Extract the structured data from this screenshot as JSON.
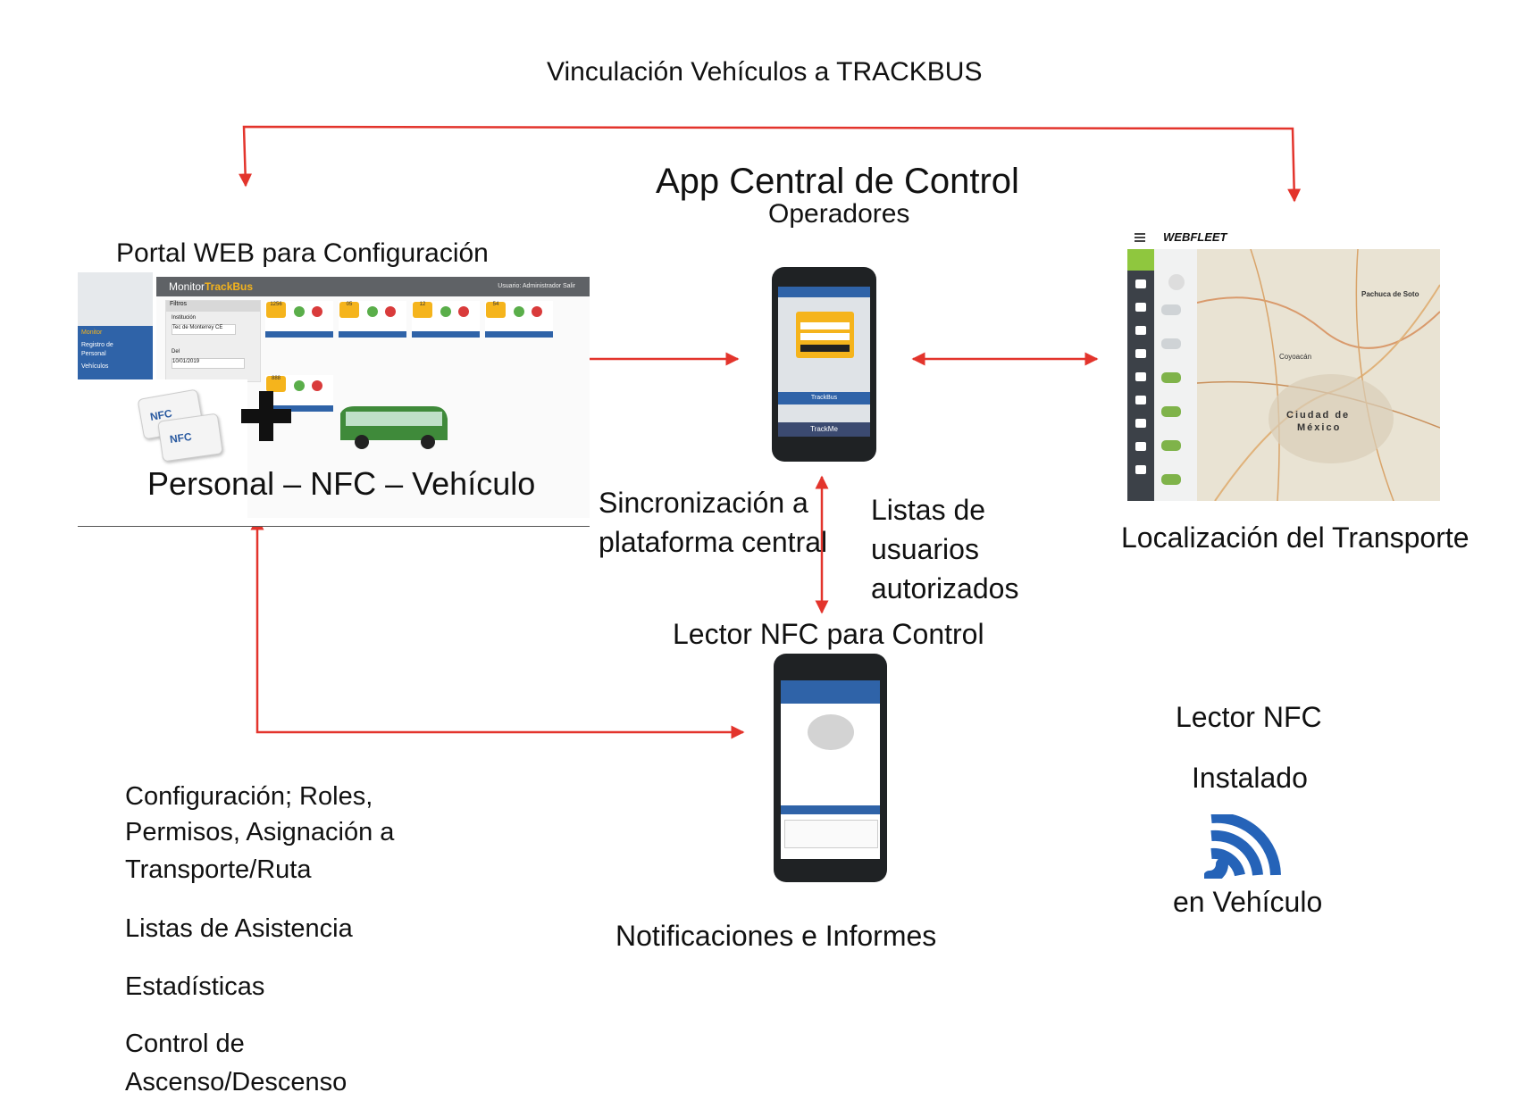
{
  "labels": {
    "vinculacion": "Vinculación Vehículos a TRACKBUS",
    "app_central": "App Central de Control",
    "operadores": "Operadores",
    "portal_web": "Portal WEB para Configuración",
    "personal_nfc": "Personal – NFC – Vehículo",
    "sincronizacion_1": "Sincronización a",
    "sincronizacion_2": "plataforma central",
    "listas_1": "Listas de",
    "listas_2": "usuarios",
    "listas_3": "autorizados",
    "localizacion": "Localización del Transporte",
    "lector_control": "Lector NFC para Control",
    "notificaciones": "Notificaciones e Informes",
    "lector_nfc": "Lector NFC",
    "instalado": "Instalado",
    "en_vehiculo": "en Vehículo"
  },
  "features": [
    "Configuración; Roles,",
    "Permisos, Asignación a",
    "Transporte/Ruta",
    "Listas de Asistencia",
    "Estadísticas",
    "Control de",
    "Ascenso/Descenso"
  ],
  "portal": {
    "brand_prefix": "Monitor",
    "brand_name": "TrackBus",
    "user": "Usuario: Administrador   Salir",
    "side_items": [
      "Monitor",
      "Registro de",
      "Personal",
      "Vehículos"
    ],
    "filters_title": "Filtros",
    "filters_institution": "Institución",
    "filters_value": "Tec de Monterrey CE",
    "filters_date_label": "Del",
    "filters_date": "10/01/2019",
    "bus_ids": [
      "1256",
      "05",
      "12",
      "54",
      "888"
    ],
    "nfc": "NFC"
  },
  "phones": {
    "app_brand": "TrackBus",
    "app_footer": "TrackMe"
  },
  "webfleet": {
    "logo": "WEBFLEET",
    "map_labels": [
      "Pachuca de Soto",
      "Ciudad de",
      "México",
      "Coyoacán"
    ]
  },
  "colors": {
    "arrow": "#e3342c",
    "trackbus_blue": "#2f63a8",
    "trackbus_yellow": "#f5b41c",
    "nfc_blue": "#2563b8"
  }
}
